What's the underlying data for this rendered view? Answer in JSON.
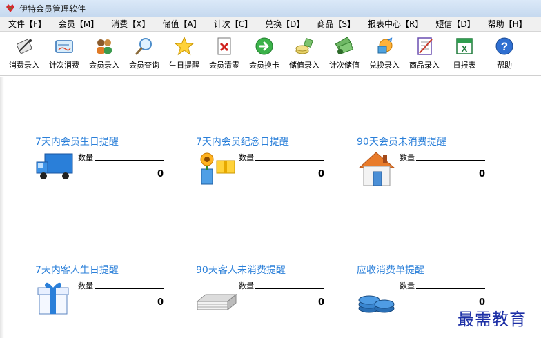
{
  "window": {
    "title": "伊特会员管理软件"
  },
  "menu": [
    {
      "name": "menu-file",
      "label": "文件【F】"
    },
    {
      "name": "menu-member",
      "label": "会员【M】"
    },
    {
      "name": "menu-consume",
      "label": "消费【X】"
    },
    {
      "name": "menu-stored-value",
      "label": "储值【A】"
    },
    {
      "name": "menu-count",
      "label": "计次【C】"
    },
    {
      "name": "menu-redeem",
      "label": "兑换【D】"
    },
    {
      "name": "menu-goods",
      "label": "商品【S】"
    },
    {
      "name": "menu-report",
      "label": "报表中心【R】"
    },
    {
      "name": "menu-sms",
      "label": "短信【D】"
    },
    {
      "name": "menu-help",
      "label": "帮助【H】"
    }
  ],
  "toolbar": [
    {
      "name": "consume-entry",
      "label": "消费录入",
      "icon": "scroll-icon"
    },
    {
      "name": "count-consume",
      "label": "计次消费",
      "icon": "card-icon"
    },
    {
      "name": "member-entry",
      "label": "会员录入",
      "icon": "users-icon"
    },
    {
      "name": "member-query",
      "label": "会员查询",
      "icon": "magnifier-icon"
    },
    {
      "name": "birthday-reminder",
      "label": "生日提醒",
      "icon": "star-icon"
    },
    {
      "name": "member-clear",
      "label": "会员清零",
      "icon": "doc-x-icon"
    },
    {
      "name": "member-change-card",
      "label": "会员换卡",
      "icon": "arrow-right-icon"
    },
    {
      "name": "stored-value-entry",
      "label": "储值录入",
      "icon": "coins-icon"
    },
    {
      "name": "count-stored-value",
      "label": "计次储值",
      "icon": "money-icon"
    },
    {
      "name": "redeem-entry",
      "label": "兑换录入",
      "icon": "gift-swap-icon"
    },
    {
      "name": "goods-entry",
      "label": "商品录入",
      "icon": "notebook-icon"
    },
    {
      "name": "daily-report",
      "label": "日报表",
      "icon": "excel-icon"
    },
    {
      "name": "help",
      "label": "帮助",
      "icon": "question-icon"
    }
  ],
  "reminders": [
    {
      "name": "member-birthday-7days",
      "title": "7天内会员生日提醒",
      "count_label": "数量",
      "count": "0",
      "icon": "truck-icon"
    },
    {
      "name": "member-anniversary-7days",
      "title": "7天内会员纪念日提醒",
      "count_label": "数量",
      "count": "0",
      "icon": "flower-gift-icon"
    },
    {
      "name": "member-no-consume-90days",
      "title": "90天会员未消费提醒",
      "count_label": "数量",
      "count": "0",
      "icon": "house-icon"
    },
    {
      "name": "guest-birthday-7days",
      "title": "7天内客人生日提醒",
      "count_label": "数量",
      "count": "0",
      "icon": "gift-box-icon"
    },
    {
      "name": "guest-no-consume-90days",
      "title": "90天客人未消费提醒",
      "count_label": "数量",
      "count": "0",
      "icon": "card-stack-icon"
    },
    {
      "name": "receivable-consume-bill",
      "title": "应收消费单提醒",
      "count_label": "数量",
      "count": "0",
      "icon": "coin-stack-icon"
    }
  ],
  "watermark": "最需教育",
  "colors": {
    "title_link": "#2a7fd9",
    "watermark": "#1c2fa6"
  }
}
